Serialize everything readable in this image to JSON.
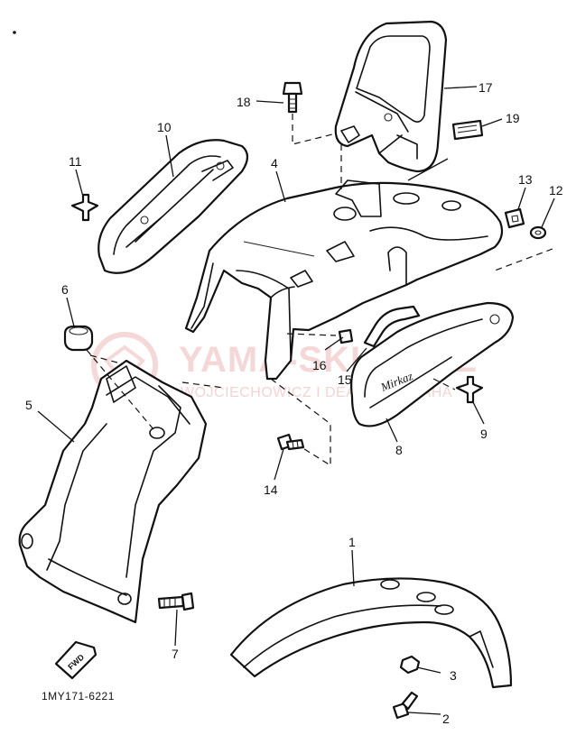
{
  "diagram": {
    "part_code": "1MY171-6221",
    "fwd_label": "FWD",
    "sticker_label": "",
    "watermark": {
      "main": "YAMA-SKLEP.PL",
      "sub": "WOJCIECHOWICZ I DEALER YAMAHA"
    },
    "callouts": [
      {
        "id": "1",
        "label": "1"
      },
      {
        "id": "2",
        "label": "2"
      },
      {
        "id": "3",
        "label": "3"
      },
      {
        "id": "4",
        "label": "4"
      },
      {
        "id": "5",
        "label": "5"
      },
      {
        "id": "6",
        "label": "6"
      },
      {
        "id": "7",
        "label": "7"
      },
      {
        "id": "8",
        "label": "8"
      },
      {
        "id": "9",
        "label": "9"
      },
      {
        "id": "10",
        "label": "10"
      },
      {
        "id": "11",
        "label": "11"
      },
      {
        "id": "12",
        "label": "12"
      },
      {
        "id": "13",
        "label": "13"
      },
      {
        "id": "14",
        "label": "14"
      },
      {
        "id": "15",
        "label": "15"
      },
      {
        "id": "16",
        "label": "16"
      },
      {
        "id": "17",
        "label": "17"
      },
      {
        "id": "18",
        "label": "18"
      },
      {
        "id": "19",
        "label": "19"
      }
    ]
  }
}
